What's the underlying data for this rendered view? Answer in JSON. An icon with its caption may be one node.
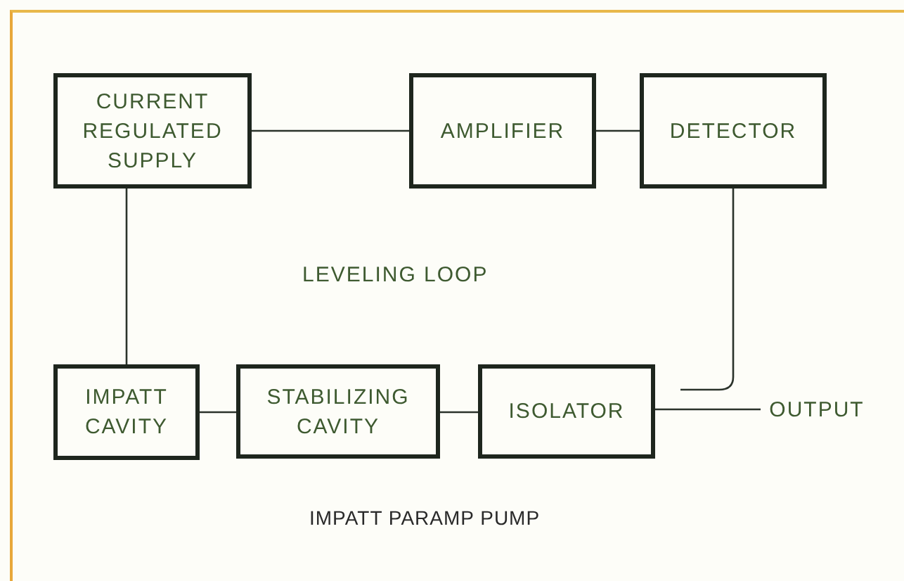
{
  "diagram": {
    "caption": "IMPATT PARAMP PUMP",
    "nodes": [
      {
        "text": [
          "CURRENT REGULATED SUPPLY"
        ]
      },
      {
        "text": [
          "AMPLIFIER"
        ]
      },
      {
        "text": [
          "DETECTOR"
        ]
      },
      {
        "text": [
          "IMPATT CAVITY"
        ]
      },
      {
        "text": [
          "STABILIZING CAVITY"
        ]
      },
      {
        "text": [
          "ISOLATOR"
        ]
      },
      {
        "text": [
          "OUTPUT"
        ]
      }
    ],
    "edges": [
      {
        "from": 0,
        "to": 1,
        "arrow": "none"
      },
      {
        "from": 1,
        "to": 2,
        "arrow": "none"
      },
      {
        "from": 0,
        "to": 3,
        "arrow": "none"
      },
      {
        "from": 3,
        "to": 4,
        "arrow": "none"
      },
      {
        "from": 4,
        "to": 5,
        "arrow": "none"
      },
      {
        "from": 5,
        "to": 6,
        "arrow": "none"
      },
      {
        "from": 2,
        "to": null,
        "arrow": "none"
      }
    ],
    "labels": [
      "LEVELING LOOP"
    ]
  }
}
